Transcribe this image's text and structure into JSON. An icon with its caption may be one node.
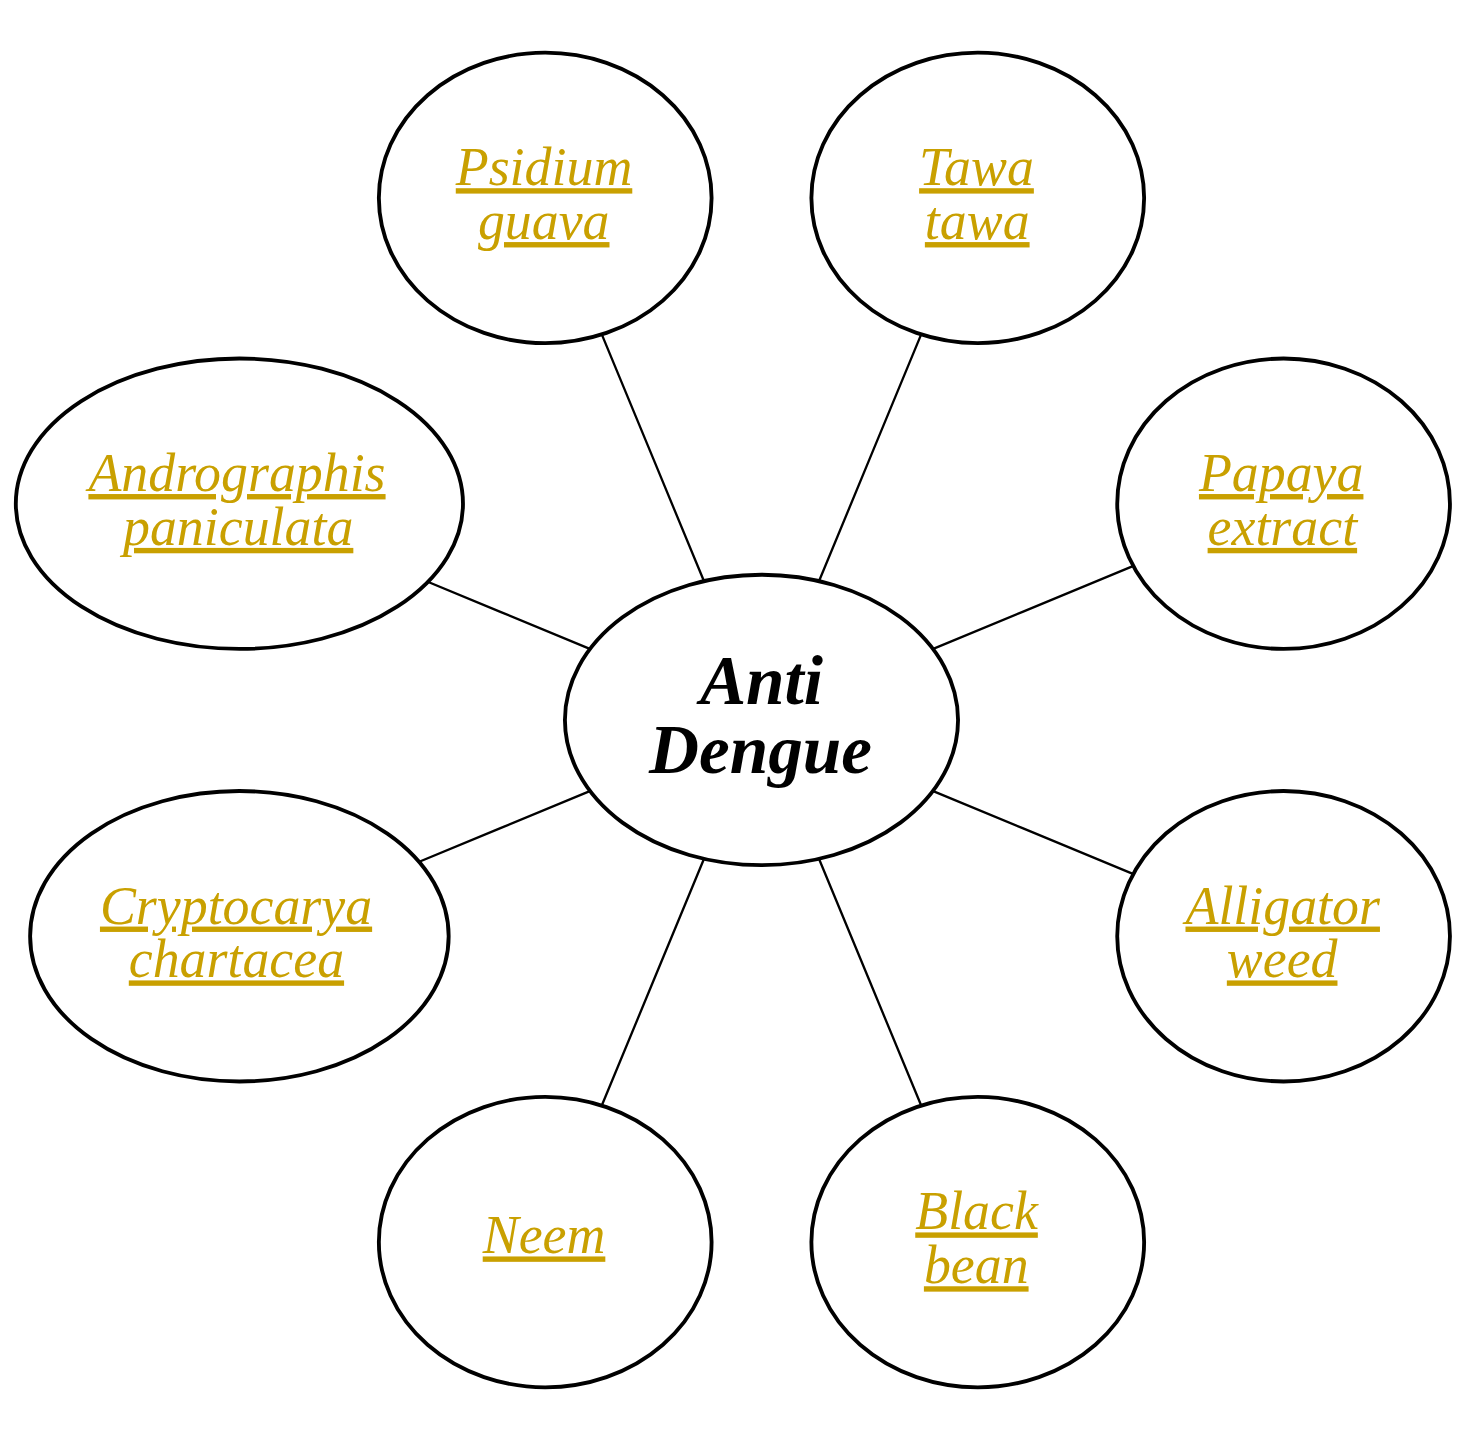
{
  "diagram": {
    "nodes": [
      {
        "text": [
          "Anti Dengue"
        ]
      },
      {
        "text": [
          "Papaya extract"
        ]
      },
      {
        "text": [
          "Tawa tawa"
        ]
      },
      {
        "text": [
          "Psidium guava"
        ]
      },
      {
        "text": [
          "Andrographis paniculata"
        ]
      },
      {
        "text": [
          "Cryptocarya chartacea"
        ]
      },
      {
        "text": [
          "Neem"
        ]
      },
      {
        "text": [
          "Black bean"
        ]
      },
      {
        "text": [
          "Alligator weed"
        ]
      }
    ],
    "edges": [
      {
        "from": 0,
        "to": 1,
        "arrow": "none"
      },
      {
        "from": 0,
        "to": 2,
        "arrow": "none"
      },
      {
        "from": 0,
        "to": 3,
        "arrow": "none"
      },
      {
        "from": 0,
        "to": 4,
        "arrow": "none"
      },
      {
        "from": 0,
        "to": 5,
        "arrow": "none"
      },
      {
        "from": 0,
        "to": 6,
        "arrow": "none"
      },
      {
        "from": 0,
        "to": 7,
        "arrow": "none"
      },
      {
        "from": 0,
        "to": 8,
        "arrow": "none"
      }
    ]
  }
}
